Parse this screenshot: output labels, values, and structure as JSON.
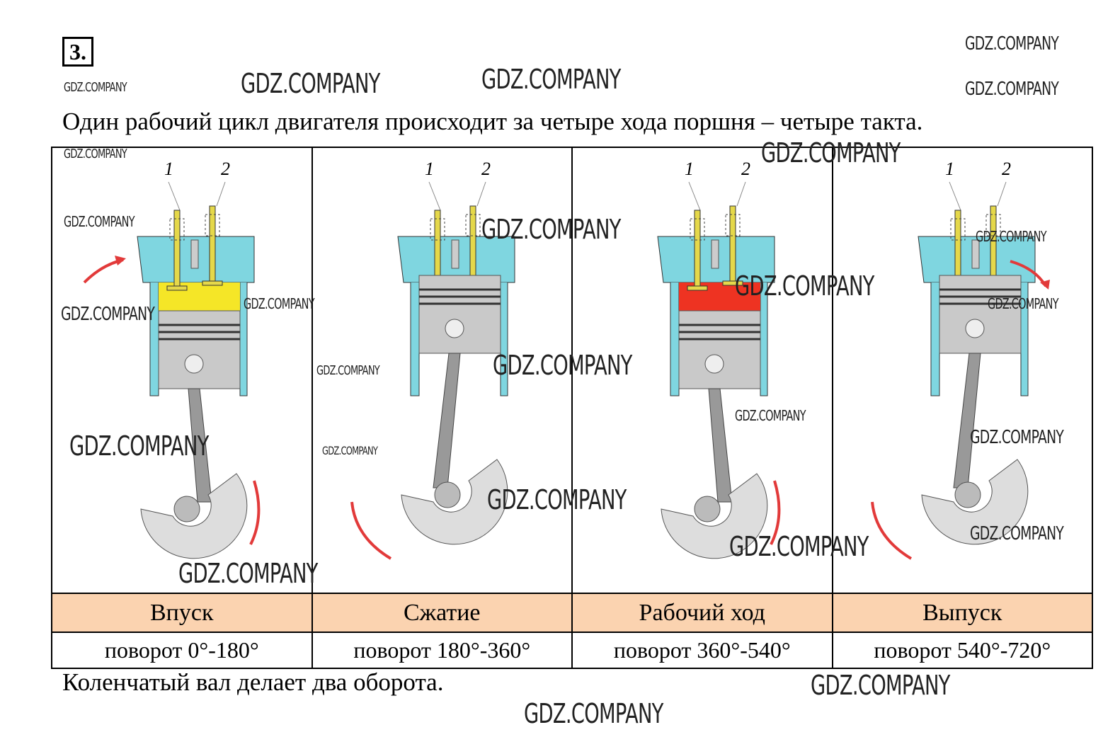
{
  "task_number": "3.",
  "intro_text": "Один рабочий цикл двигателя происходит за четыре хода поршня – четыре такта.",
  "outro_text": "Коленчатый вал делает два оборота.",
  "valve_labels": [
    "1",
    "2"
  ],
  "strokes": [
    {
      "name": "Впуск",
      "rotation": "поворот 0°-180°",
      "gas_color": "#f5e627",
      "piston": "down",
      "arrow": "in"
    },
    {
      "name": "Сжатие",
      "rotation": "поворот 180°-360°",
      "gas_color": "#f7f2a0",
      "piston": "up",
      "arrow": "none"
    },
    {
      "name": "Рабочий ход",
      "rotation": "поворот 360°-540°",
      "gas_color": "#ee3322",
      "piston": "down",
      "arrow": "none"
    },
    {
      "name": "Выпуск",
      "rotation": "поворот 540°-720°",
      "gas_color": "#f9e9a0",
      "piston": "up",
      "arrow": "out"
    }
  ],
  "colors": {
    "header_bg": "#fbd3b0",
    "cylinder": "#7fd6e0",
    "arrow": "#e23a3a"
  },
  "watermark": "GDZ.COMPANY"
}
